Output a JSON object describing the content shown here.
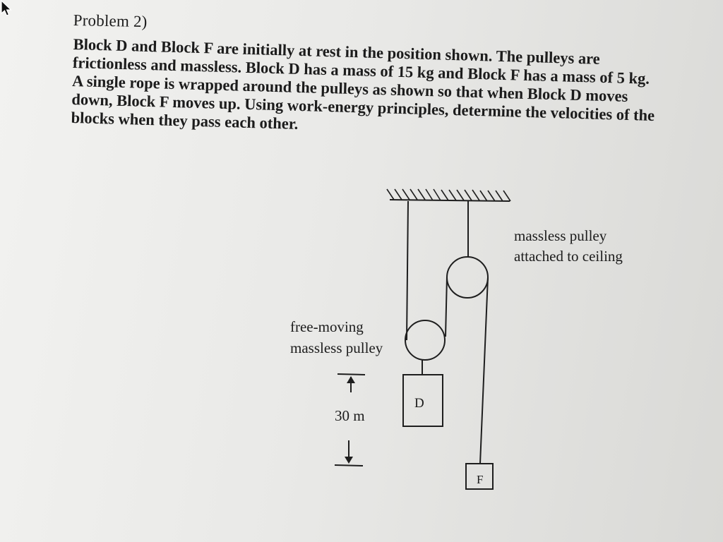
{
  "problem": {
    "title": "Problem 2)",
    "lines": [
      "Block D and Block F are initially at rest in the position shown.  The pulleys are",
      "frictionless and massless.  Block D has a mass of 15 kg and Block F has a mass of 5 kg.",
      "A single rope is wrapped around the pulleys as shown so that when Block D moves",
      "down, Block F moves up.  Using work-energy principles, determine the velocities of the",
      "blocks when they pass each other."
    ]
  },
  "diagram": {
    "fixed_pulley_label_line1": "massless pulley",
    "fixed_pulley_label_line2": "attached to ceiling",
    "free_pulley_label_line1": "free-moving",
    "free_pulley_label_line2": "massless pulley",
    "separation_label": "30 m",
    "block_d_label": "D",
    "block_f_label": "F"
  }
}
